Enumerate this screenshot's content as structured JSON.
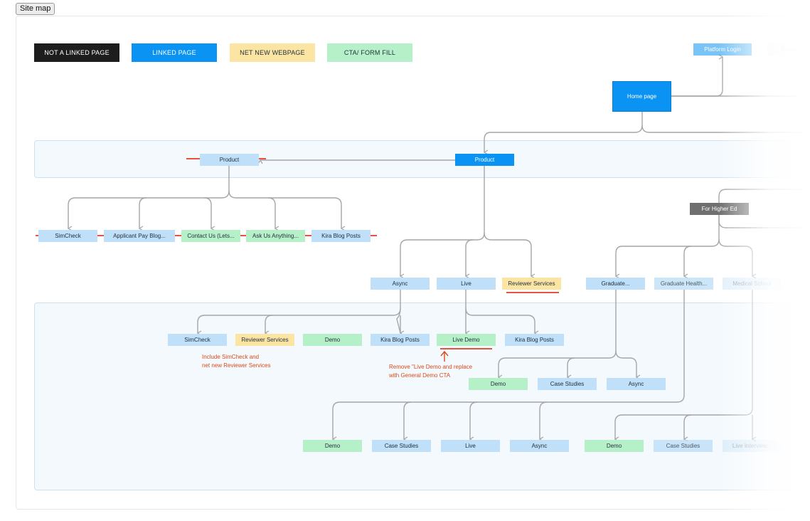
{
  "tab": {
    "label": "Site map"
  },
  "legend": {
    "not_linked": "NOT A LINKED PAGE",
    "linked": "LINKED PAGE",
    "net_new": "NET NEW WEBPAGE",
    "cta": "CTA/ FORM FILL"
  },
  "nodes": {
    "platform_login": "Platform Login",
    "demo_top": "Demo",
    "home": "Home page",
    "product_old": "Product",
    "product": "Product",
    "simcheck_old": "SimCheck",
    "applicant_pay": "Applicant Pay Blog...",
    "contact_us": "Contact Us (Lets...",
    "ask_us": "Ask Us Anything...",
    "kira_blog_old": "Kira Blog Posts",
    "for_higher_ed": "For Higher Ed",
    "async": "Async",
    "live": "Live",
    "reviewer_services": "Reviewer Services",
    "graduate": "Graduate...",
    "graduate_health": "Graduate Health...",
    "medical_school": "Medical School",
    "simcheck": "SimCheck",
    "reviewer_services_2": "Reviewer Services",
    "demo_a": "Demo",
    "kira_blog_a": "Kira Blog Posts",
    "live_demo": "Live Demo",
    "kira_blog_b": "Kira Blog Posts",
    "demo_b": "Demo",
    "case_studies_b": "Case Studies",
    "async_b": "Async",
    "demo_c": "Demo",
    "case_studies_c": "Case Studies",
    "live_c": "Live",
    "async_c": "Async",
    "demo_d": "Demo",
    "case_studies_d": "Case Studies",
    "live_interview": "Live Interview..."
  },
  "notes": {
    "note1_line1": "Include SimCheck and",
    "note1_line2": "net new Reviewer Services",
    "note2_line1": "Remove \"Live Demo and replace",
    "note2_line2": "with General Demo CTA"
  },
  "colors": {
    "linked": "#0a93f2",
    "linked_light": "#bfe0f8",
    "net_new": "#fce5a2",
    "cta": "#b6f0c8",
    "not_linked": "#1d1d1d",
    "annotation": "#d84a1b",
    "connector": "#a6a6a6"
  }
}
